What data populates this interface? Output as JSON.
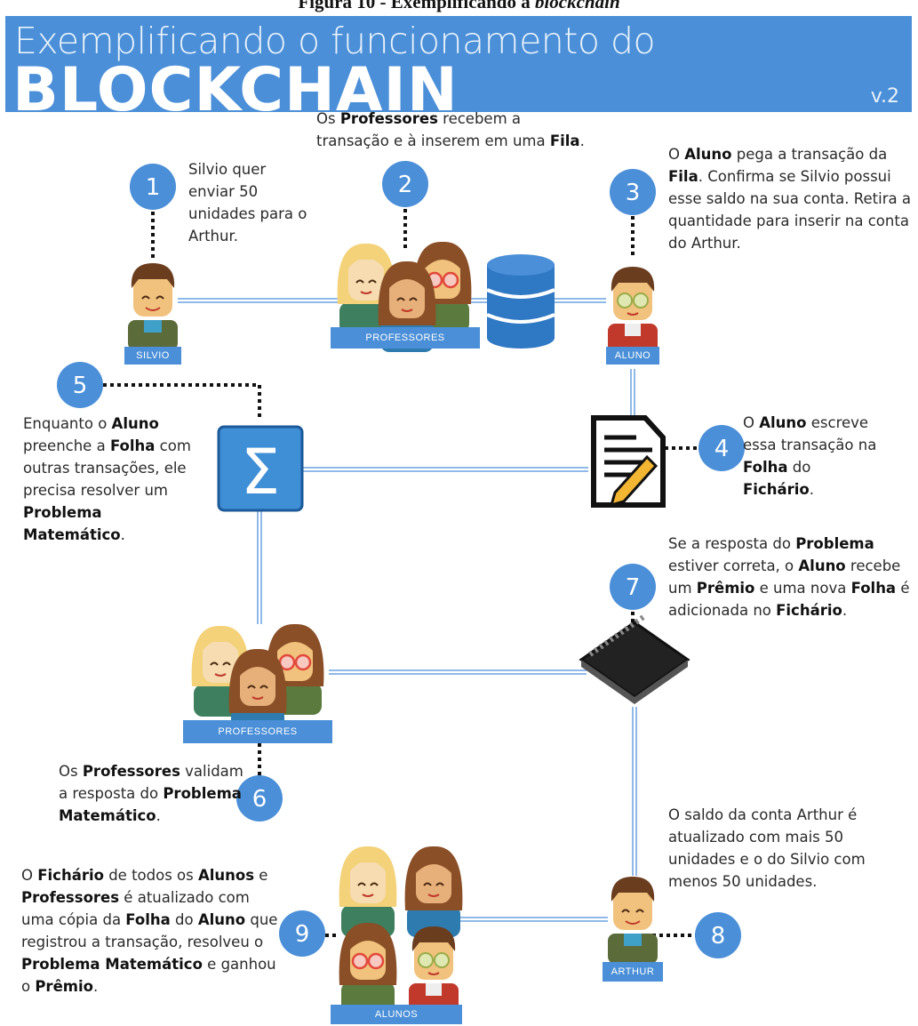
{
  "caption": {
    "prefix": "Figura 10 - Exemplificando a ",
    "emphasis": "blockchain"
  },
  "banner": {
    "subtitle": "Exemplificando o funcionamento do",
    "title": "BLOCKCHAIN",
    "version": "v.2"
  },
  "nodes": {
    "silvio": "SILVIO",
    "professores_top": "PROFESSORES",
    "aluno": "ALUNO",
    "professores_mid": "PROFESSORES",
    "arthur": "ARTHUR",
    "alunos": "ALUNOS"
  },
  "steps": [
    {
      "number": "1",
      "parts": [
        [
          "Silvio quer enviar 50 unidades para o Arthur.",
          false
        ]
      ]
    },
    {
      "number": "2",
      "parts": [
        [
          "Os ",
          false
        ],
        [
          "Professores",
          true
        ],
        [
          " recebem a transação e à inserem em uma ",
          false
        ],
        [
          "Fila",
          true
        ],
        [
          ".",
          false
        ]
      ]
    },
    {
      "number": "3",
      "parts": [
        [
          "O ",
          false
        ],
        [
          "Aluno",
          true
        ],
        [
          " pega a transação da ",
          false
        ],
        [
          "Fila",
          true
        ],
        [
          ". Confirma se Silvio possui esse saldo na sua conta. Retira a quantidade para inserir na conta do Arthur.",
          false
        ]
      ]
    },
    {
      "number": "4",
      "parts": [
        [
          "O ",
          false
        ],
        [
          "Aluno",
          true
        ],
        [
          " escreve essa transação na ",
          false
        ],
        [
          "Folha",
          true
        ],
        [
          " do ",
          false
        ],
        [
          "Fichário",
          true
        ],
        [
          ".",
          false
        ]
      ]
    },
    {
      "number": "5",
      "parts": [
        [
          "Enquanto o ",
          false
        ],
        [
          "Aluno",
          true
        ],
        [
          " preenche a ",
          false
        ],
        [
          "Folha",
          true
        ],
        [
          " com outras transações, ele precisa resolver um ",
          false
        ],
        [
          "Problema Matemático",
          true
        ],
        [
          ".",
          false
        ]
      ]
    },
    {
      "number": "6",
      "parts": [
        [
          "Os ",
          false
        ],
        [
          "Professores",
          true
        ],
        [
          " validam a resposta do ",
          false
        ],
        [
          "Problema Matemático",
          true
        ],
        [
          ".",
          false
        ]
      ]
    },
    {
      "number": "7",
      "parts": [
        [
          "Se a resposta do ",
          false
        ],
        [
          "Problema",
          true
        ],
        [
          " estiver correta, o ",
          false
        ],
        [
          "Aluno",
          true
        ],
        [
          " recebe um ",
          false
        ],
        [
          "Prêmio",
          true
        ],
        [
          " e uma nova ",
          false
        ],
        [
          "Folha",
          true
        ],
        [
          " é adicionada no ",
          false
        ],
        [
          "Fichário",
          true
        ],
        [
          ".",
          false
        ]
      ]
    },
    {
      "number": "8",
      "parts": [
        [
          "O saldo da conta Arthur é atualizado com mais 50 unidades e o do Silvio com menos 50 unidades.",
          false
        ]
      ]
    },
    {
      "number": "9",
      "parts": [
        [
          "O ",
          false
        ],
        [
          "Fichário",
          true
        ],
        [
          " de todos os ",
          false
        ],
        [
          "Alunos",
          true
        ],
        [
          " e ",
          false
        ],
        [
          "Professores",
          true
        ],
        [
          " é atualizado com uma cópia da ",
          false
        ],
        [
          "Folha",
          true
        ],
        [
          " do ",
          false
        ],
        [
          "Aluno",
          true
        ],
        [
          " que registrou a transação, resolveu o ",
          false
        ],
        [
          "Problema Matemático",
          true
        ],
        [
          " e ganhou o ",
          false
        ],
        [
          "Prêmio",
          true
        ],
        [
          ".",
          false
        ]
      ]
    }
  ],
  "colors": {
    "accent": "#4a8fd8",
    "circle": "#4a8fd8",
    "line": "#8fb9e8",
    "skin": "#f1c27d",
    "hair_brown": "#6b3d1f",
    "hair_blonde": "#f3d27a"
  },
  "icons": [
    "database-icon",
    "document-pencil-icon",
    "sigma-icon",
    "notebook-icon"
  ]
}
